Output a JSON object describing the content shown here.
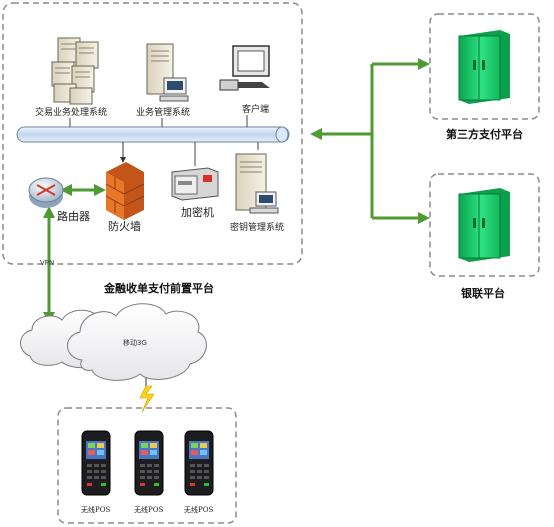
{
  "platform": {
    "title": "金融收单支付前置平台",
    "nodes": {
      "trade_system": "交易业务处理系统",
      "business_mgmt": "业务管理系统",
      "client": "客户端",
      "router": "路由器",
      "firewall": "防火墙",
      "encryptor": "加密机",
      "key_mgmt": "密钥管理系统"
    }
  },
  "external": {
    "third_party": "第三方支付平台",
    "unionpay": "银联平台"
  },
  "network": {
    "vpn_label": "VPN",
    "cloud_label": "移动3G"
  },
  "terminals": {
    "items": [
      "无线POS",
      "无线POS",
      "无线POS"
    ]
  },
  "colors": {
    "link_green": "#4f9a32",
    "box_border": "#8c8c8c",
    "bus_blue": "#cfe0f3",
    "server_green": "#19c86a",
    "firewall_orange": "#e8772a"
  }
}
